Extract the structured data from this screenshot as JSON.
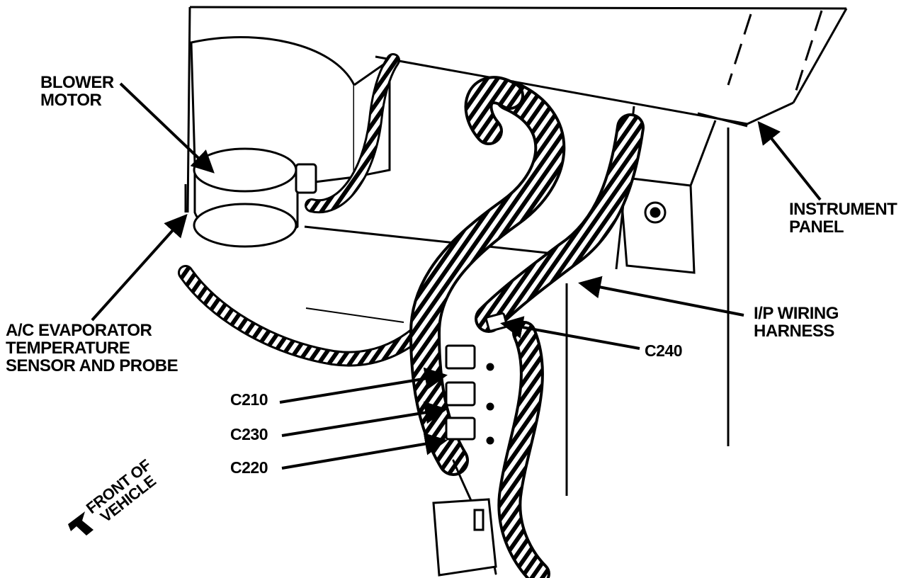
{
  "labels": {
    "blower_motor": [
      "BLOWER",
      "MOTOR"
    ],
    "instrument_panel": [
      "INSTRUMENT",
      "PANEL"
    ],
    "ip_wiring_harness": [
      "I/P WIRING",
      "HARNESS"
    ],
    "ac_sensor": [
      "A/C EVAPORATOR",
      "TEMPERATURE",
      "SENSOR AND PROBE"
    ],
    "front_of_vehicle": [
      "FRONT OF",
      "VEHICLE"
    ]
  },
  "connectors": [
    "C240",
    "C210",
    "C230",
    "C220"
  ],
  "colors": {
    "ink": "#000000",
    "background": "#ffffff"
  }
}
